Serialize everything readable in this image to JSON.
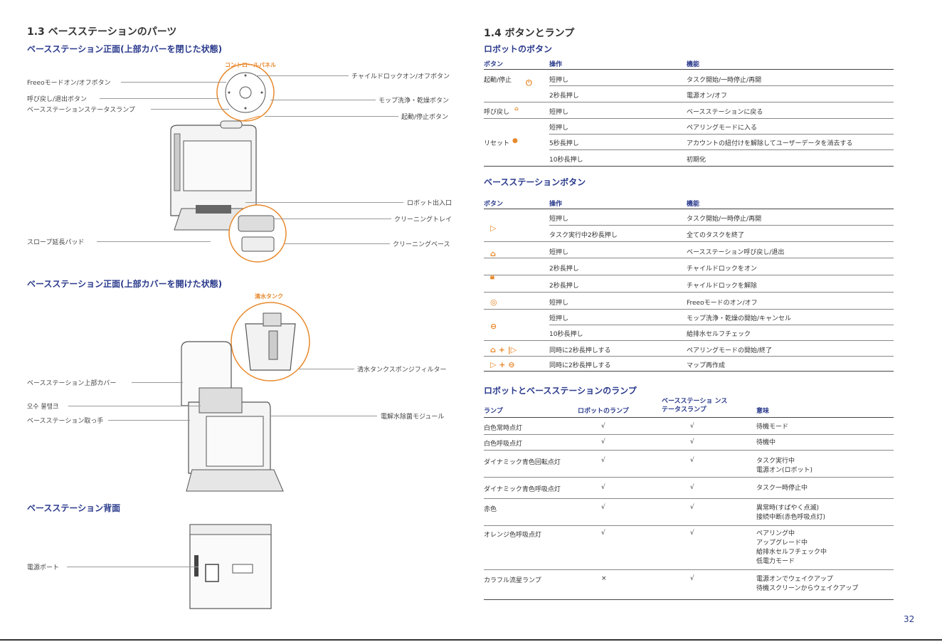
{
  "left": {
    "section_title": "1.3 ベースステーションのパーツ",
    "front_closed": {
      "title": "ベースステーション正面(上部カバーを閉じた状態)",
      "control_panel": "コントロールパネル",
      "labels_left": [
        "Freeoモードオン/オフボタン",
        "呼び戻し/退出ボタン",
        "ベースステーションステータスランプ"
      ],
      "labels_right": [
        "チャイルドロックオン/オフボタン",
        "モップ洗浄・乾燥ボタン",
        "起動/停止ボタン"
      ],
      "robot_port": "ロボット出入口",
      "cleaning_tray": "クリーニングトレイ",
      "slope_pad": "スロープ延長パッド",
      "cleaning_base": "クリーニングベース"
    },
    "front_open": {
      "title": "ベースステーション正面(上部カバーを開けた状態)",
      "tank_label": "清水タンク",
      "sponge_filter": "清水タンクスポンジフィルター",
      "top_cover": "ベースステーション上部カバー",
      "dirty_tank": "오수 물탱크",
      "handle": "ベースステーション取っ手",
      "electrolysis": "電解水除菌モジュール"
    },
    "back": {
      "title": "ベースステーション背面",
      "power_port": "電源ポート"
    }
  },
  "right": {
    "section_title": "1.4 ボタンとランプ",
    "robot_buttons": {
      "title": "ロボットのボタン",
      "headers": [
        "ボタン",
        "操作",
        "機能"
      ],
      "rows": [
        {
          "button": "起動/停止",
          "op": "短押し",
          "fn": "タスク開始/一時停止/再開"
        },
        {
          "button": "",
          "op": "2秒長押し",
          "fn": "電源オン/オフ"
        },
        {
          "button": "呼び戻し",
          "op": "短押し",
          "fn": "ベースステーションに戻る"
        },
        {
          "button": "",
          "op": "短押し",
          "fn": "ペアリングモードに入る"
        },
        {
          "button": "リセット",
          "op": "5秒長押し",
          "fn": "アカウントの紐付けを解除してユーザーデータを消去する"
        },
        {
          "button": "",
          "op": "10秒長押し",
          "fn": "初期化"
        }
      ]
    },
    "station_buttons": {
      "title": "ベースステーションボタン",
      "headers": [
        "ボタン",
        "操作",
        "機能"
      ],
      "rows": [
        {
          "op": "短押し",
          "fn": "タスク開始/一時停止/再開"
        },
        {
          "op": "タスク実行中2秒長押し",
          "fn": "全てのタスクを終了"
        },
        {
          "op": "短押し",
          "fn": "ベースステーション呼び戻し/退出"
        },
        {
          "op": "2秒長押し",
          "fn": "チャイルドロックをオン"
        },
        {
          "op": "2秒長押し",
          "fn": "チャイルドロックを解除"
        },
        {
          "op": "短押し",
          "fn": "Freeoモードのオン/オフ"
        },
        {
          "op": "短押し",
          "fn": "モップ洗浄・乾燥の開始/キャンセル"
        },
        {
          "op": "10秒長押し",
          "fn": "給排水セルフチェック"
        },
        {
          "op": "同時に2秒長押しする",
          "fn": "ペアリングモードの開始/終了"
        },
        {
          "op": "同時に2秒長押しする",
          "fn": "マップ再作成"
        }
      ]
    },
    "lamps": {
      "title": "ロボットとベースステーションのランプ",
      "headers": [
        "ランプ",
        "ロボットのランプ",
        "ベースステーショ ンステータスランプ",
        "意味"
      ],
      "rows": [
        {
          "lamp": "白色常時点灯",
          "robot": "√",
          "station": "√",
          "meaning": [
            "待機モード"
          ]
        },
        {
          "lamp": "白色呼吸点灯",
          "robot": "√",
          "station": "√",
          "meaning": [
            "待機中"
          ]
        },
        {
          "lamp": "ダイナミック青色回転点灯",
          "robot": "√",
          "station": "√",
          "meaning": [
            "タスク実行中",
            "電源オン(ロボット)"
          ]
        },
        {
          "lamp": "ダイナミック青色呼吸点灯",
          "robot": "√",
          "station": "√",
          "meaning": [
            "タスク一時停止中"
          ]
        },
        {
          "lamp": "赤色",
          "robot": "√",
          "station": "√",
          "meaning": [
            "異常時(すばやく点滅)",
            "接続中断(赤色呼吸点灯)"
          ]
        },
        {
          "lamp": "オレンジ色呼吸点灯",
          "robot": "√",
          "station": "√",
          "meaning": [
            "ペアリング中",
            "アップグレード中",
            "給排水セルフチェック中",
            "低電力モード"
          ]
        },
        {
          "lamp": "カラフル流星ランプ",
          "robot": "×",
          "station": "√",
          "meaning": [
            "電源オンでウェイクアップ",
            "待機スクリーンからウェイクアップ"
          ]
        }
      ]
    },
    "page_number": "32"
  }
}
